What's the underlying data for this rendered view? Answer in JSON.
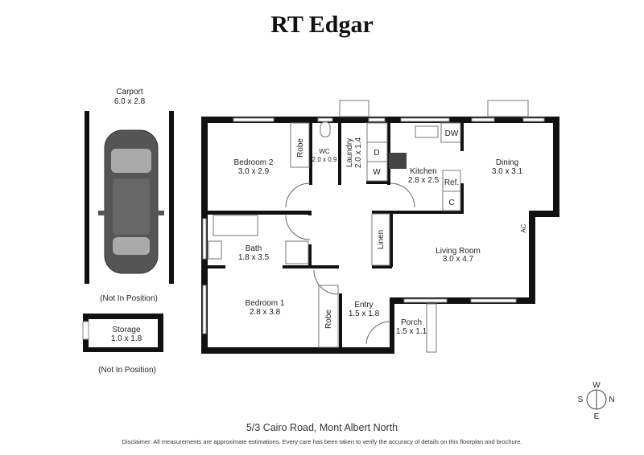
{
  "brand": "RT Edgar",
  "address": "5/3 Cairo Road, Mont Albert North",
  "disclaimer": "Disclaimer: All measurements are approximate estimations. Every care has been taken to verify the accuracy of details on this floorplan and brochure.",
  "carport": {
    "name": "Carport",
    "size": "6.0 x 2.8",
    "note": "(Not In Position)"
  },
  "storage": {
    "name": "Storage",
    "size": "1.0 x 1.8",
    "note": "(Not In Position)"
  },
  "rooms": {
    "bedroom2": {
      "name": "Bedroom 2",
      "size": "3.0 x 2.9"
    },
    "wc": {
      "name": "WC",
      "size": "2.0 x 0.9"
    },
    "laundry": {
      "name": "Laundry",
      "size": "2.0 x 1.4"
    },
    "kitchen": {
      "name": "Kitchen",
      "size": "2.8 x 2.5"
    },
    "dining": {
      "name": "Dining",
      "size": "3.0 x 3.1"
    },
    "bath": {
      "name": "Bath",
      "size": "1.8 x 3.5"
    },
    "living": {
      "name": "Living Room",
      "size": "3.0 x 4.7"
    },
    "bedroom1": {
      "name": "Bedroom 1",
      "size": "2.8 x 3.8"
    },
    "entry": {
      "name": "Entry",
      "size": "1.5 x 1.8"
    },
    "porch": {
      "name": "Porch",
      "size": "1.5 x 1.1"
    }
  },
  "fixtures": {
    "robe": "Robe",
    "linen": "Linen",
    "dw": "DW",
    "d": "D",
    "w": "W",
    "ref": "Ref.",
    "c": "C",
    "ac": "AC"
  },
  "compass": {
    "n": "N",
    "s": "S",
    "e": "E",
    "w": "W"
  }
}
